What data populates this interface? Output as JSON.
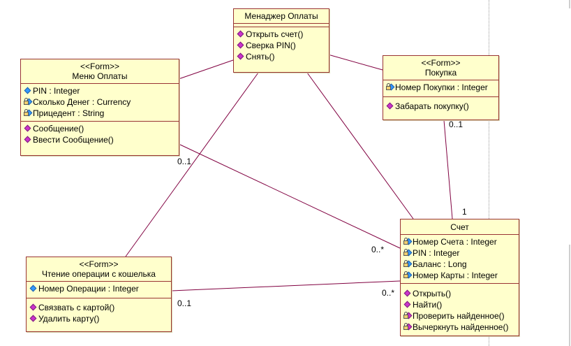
{
  "classes": {
    "manager": {
      "name": "Менаджер Оплаты",
      "attributes": [],
      "operations": [
        {
          "text": "Открыть счет()",
          "icon": "method-icon"
        },
        {
          "text": "Сверка PIN()",
          "icon": "method-icon"
        },
        {
          "text": "Снять()",
          "icon": "method-icon"
        }
      ]
    },
    "menu": {
      "stereotype": "<<Form>>",
      "name": "Меню Оплаты",
      "attributes": [
        {
          "text": "PIN : Integer",
          "icon": "public-attribute-icon"
        },
        {
          "text": "Сколько Денег : Currency",
          "icon": "private-attribute-icon"
        },
        {
          "text": "Прицедент : String",
          "icon": "private-attribute-icon"
        }
      ],
      "operations": [
        {
          "text": "Сообщение()",
          "icon": "method-icon"
        },
        {
          "text": "Ввести Сообщение()",
          "icon": "method-icon"
        }
      ]
    },
    "purchase": {
      "stereotype": "<<Form>>",
      "name": "Покупка",
      "attributes": [
        {
          "text": "Номер Покупки : Integer",
          "icon": "private-attribute-icon"
        }
      ],
      "operations": [
        {
          "text": "Забарать покупку()",
          "icon": "method-icon"
        }
      ]
    },
    "account": {
      "name": "Счет",
      "attributes": [
        {
          "text": "Номер Счета : Integer",
          "icon": "private-attribute-icon"
        },
        {
          "text": "PIN : Integer",
          "icon": "private-attribute-icon"
        },
        {
          "text": "Баланс : Long",
          "icon": "private-attribute-icon"
        },
        {
          "text": "Номер Карты : Integer",
          "icon": "private-attribute-icon"
        }
      ],
      "operations": [
        {
          "text": "Открыть()",
          "icon": "method-icon"
        },
        {
          "text": "Найти()",
          "icon": "method-icon"
        },
        {
          "text": "Проверить найденное()",
          "icon": "private-method-icon"
        },
        {
          "text": "Вычеркнуть найденное()",
          "icon": "private-method-icon"
        }
      ]
    },
    "reader": {
      "stereotype": "<<Form>>",
      "name": "Чтение операции с кошелька",
      "attributes": [
        {
          "text": "Номер Операции : Integer",
          "icon": "public-attribute-icon"
        }
      ],
      "operations": [
        {
          "text": "Связвать с картой()",
          "icon": "method-icon"
        },
        {
          "text": "Удалить карту()",
          "icon": "method-icon"
        }
      ]
    }
  },
  "multiplicities": {
    "menu_account_src": "0..1",
    "menu_account_dst": "0..*",
    "purchase_account_src": "0..1",
    "purchase_account_dst": "1",
    "reader_account_src": "0..1",
    "reader_account_dst": "0..*"
  },
  "colors": {
    "class_fill": "#ffffcc",
    "class_border": "#993333",
    "association_line": "#800040"
  }
}
